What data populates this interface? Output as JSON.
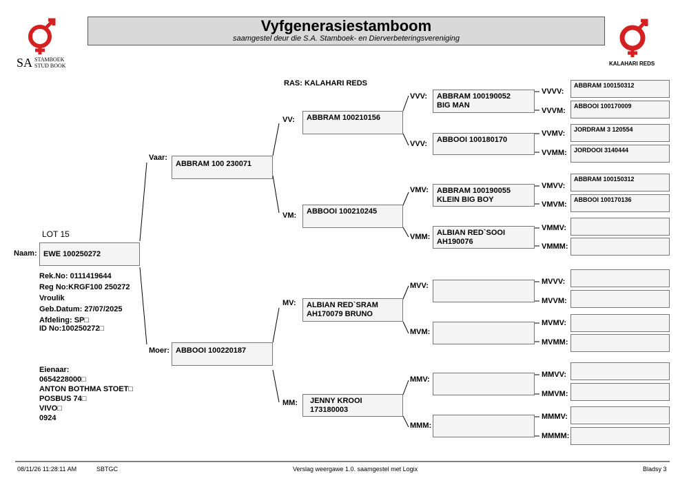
{
  "header": {
    "title": "Vyfgenerasiestamboom",
    "subtitle": "saamgestel deur die S.A. Stamboek- en Dierverbeteringsvereniging",
    "left_logo_text": "SA",
    "left_logo_sub1": "STAMBOEK",
    "left_logo_sub2": "STUD BOOK",
    "right_logo_text": "KALAHARI REDS",
    "logo_color": "#d42020"
  },
  "breed": "RAS: KALAHARI REDS",
  "lot": "LOT 15",
  "animal": {
    "name_label": "Naam:",
    "name": "EWE 100250272",
    "rek_no": "Rek.No: 0111419644",
    "reg_no": "Reg No:KRGF100 250272",
    "sex": "Vroulik",
    "dob": "Geb.Datum: 27/07/2025",
    "section": "Afdeling: SP□",
    "id_no": "ID No:100250272□"
  },
  "owner": {
    "label": "Eienaar:",
    "lines": [
      "0654228000□",
      "ANTON BOTHMA STOET□",
      "POSBUS 74□",
      "VIVO□",
      "0924"
    ]
  },
  "gen1": {
    "sire_label": "Vaar:",
    "sire": "ABBRAM 100 230071",
    "dam_label": "Moer:",
    "dam": "ABBOOI 100220187"
  },
  "gen2": {
    "vv_label": "VV:",
    "vv": "ABBRAM 100210156",
    "vm_label": "VM:",
    "vm": "ABBOOI 100210245",
    "mv_label": "MV:",
    "mv": "ALBIAN RED`SRAM\nAH170079 BRUNO",
    "mm_label": "MM:",
    "mm": "JENNY KROOI\n173180003"
  },
  "gen3": {
    "vvv_label": "VVV:",
    "vvv": "ABBRAM 100190052\nBIG MAN",
    "vvm_label": "VVV:",
    "vvm": "ABBOOI 100180170",
    "vmv_label": "VMV:",
    "vmv": "ABBRAM 100190055\nKLEIN BIG BOY",
    "vmm_label": "VMM:",
    "vmm": "ALBIAN RED`SOOI\nAH190076",
    "mvv_label": "MVV:",
    "mvv": "",
    "mvm_label": "MVM:",
    "mvm": "",
    "mmv_label": "MMV:",
    "mmv": "",
    "mmm_label": "MMM:",
    "mmm": ""
  },
  "gen4": [
    {
      "label": "VVVV:",
      "value": "ABBRAM 100150312"
    },
    {
      "label": "VVVM:",
      "value": "ABBOOI 100170009"
    },
    {
      "label": "VVMV:",
      "value": "JORDRAM 3 120554"
    },
    {
      "label": "VVMM:",
      "value": "JORDOOI 3140444"
    },
    {
      "label": "VMVV:",
      "value": "ABBRAM 100150312"
    },
    {
      "label": "VMVM:",
      "value": "ABBOOI 100170136"
    },
    {
      "label": "VMMV:",
      "value": ""
    },
    {
      "label": "VMMM:",
      "value": ""
    },
    {
      "label": "MVVV:",
      "value": ""
    },
    {
      "label": "MVVM:",
      "value": ""
    },
    {
      "label": "MVMV:",
      "value": ""
    },
    {
      "label": "MVMM:",
      "value": ""
    },
    {
      "label": "MMVV:",
      "value": ""
    },
    {
      "label": "MMVM:",
      "value": ""
    },
    {
      "label": "MMMV:",
      "value": ""
    },
    {
      "label": "MMMM:",
      "value": ""
    }
  ],
  "footer": {
    "datetime": "08/11/26 11:28:11 AM",
    "code": "SBTGC",
    "version": "Verslag weergawe 1.0. saamgestel met Logix",
    "page": "Bladsy 3"
  }
}
